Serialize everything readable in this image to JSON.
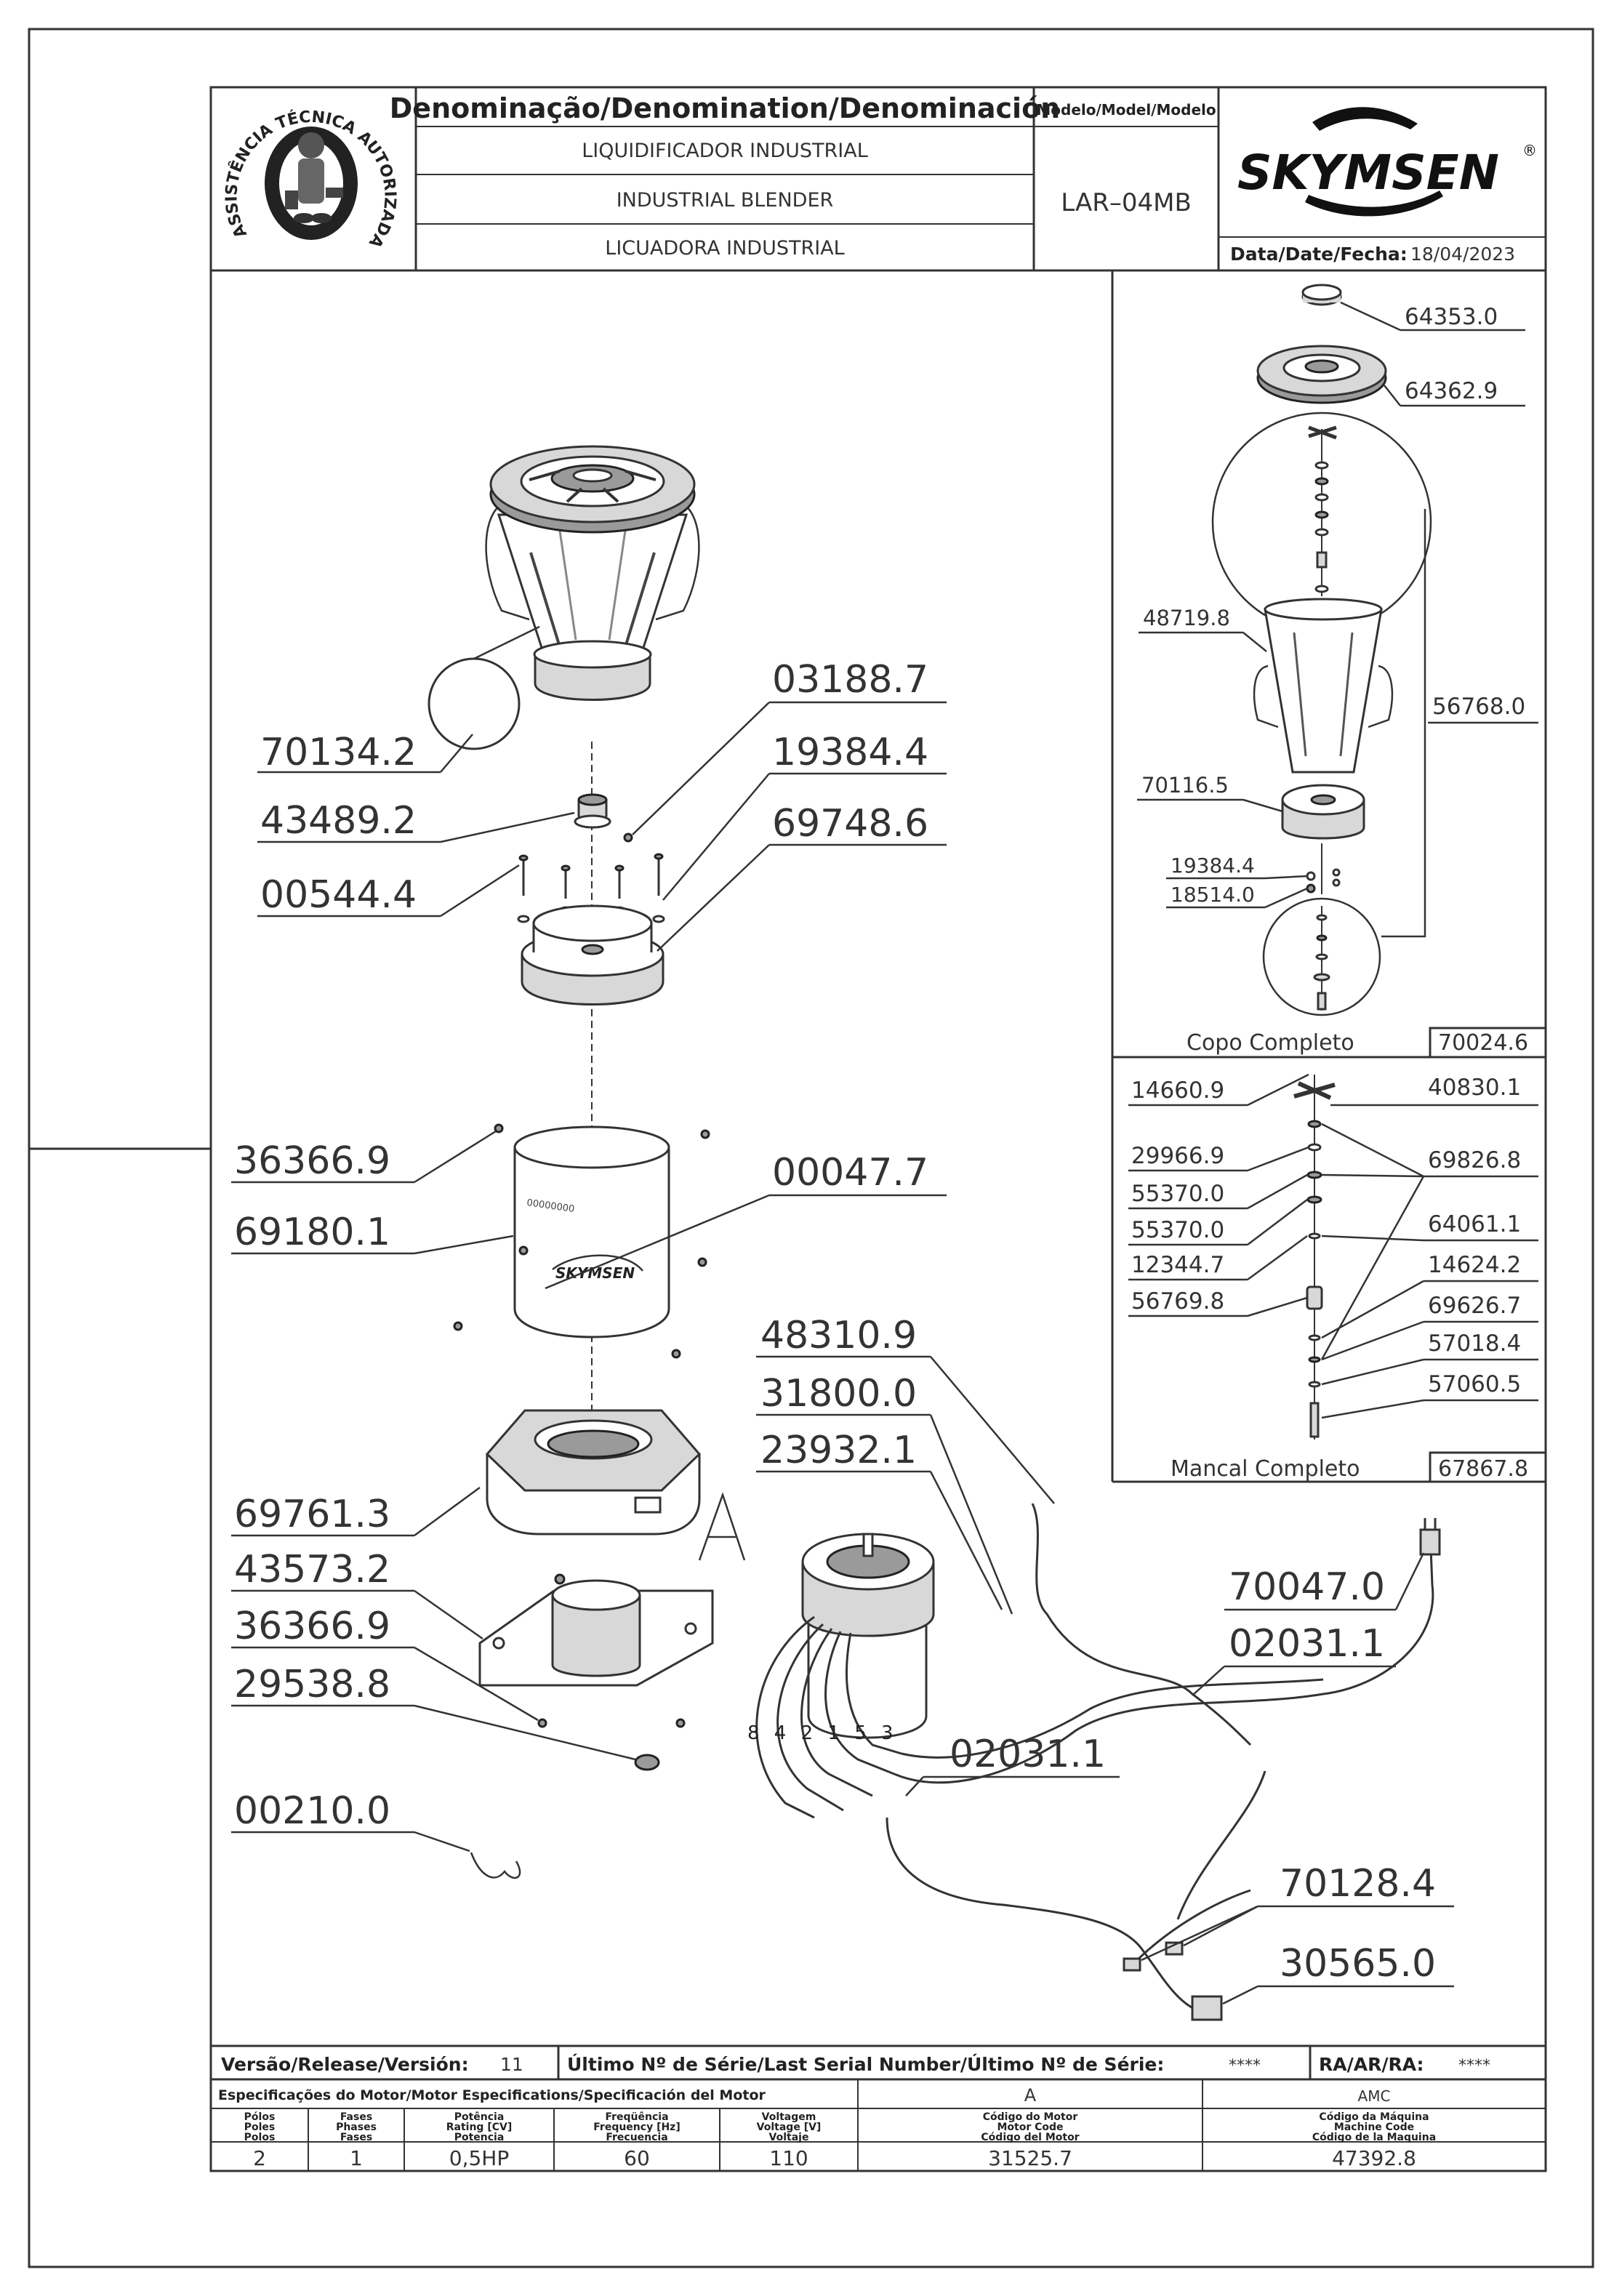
{
  "header": {
    "denomination_title": "Denominação/Denomination/Denominación",
    "name_pt": "LIQUIDIFICADOR  INDUSTRIAL",
    "name_en": "INDUSTRIAL  BLENDER",
    "name_es": "LICUADORA  INDUSTRIAL",
    "model_label": "Modelo/Model/Modelo",
    "model_value": "LAR–04MB",
    "brand": "SKYMSEN",
    "brand_reg": "®",
    "date_label": "Data/Date/Fecha:",
    "date_value": "18/04/2023",
    "seal_text": "ASSISTÊNCIA TÉCNICA AUTORIZADA"
  },
  "main_labels": {
    "p70134": "70134.2",
    "p43489": "43489.2",
    "p00544": "00544.4",
    "p03188": "03188.7",
    "p19384": "19384.4",
    "p69748": "69748.6",
    "p36366a": "36366.9",
    "p69180": "69180.1",
    "p00047": "00047.7",
    "p69761": "69761.3",
    "p43573": "43573.2",
    "p36366b": "36366.9",
    "p29538": "29538.8",
    "p00210": "00210.0",
    "p48310": "48310.9",
    "p31800": "31800.0",
    "p23932": "23932.1",
    "motor_ref": "A",
    "p70047": "70047.0",
    "p02031a": "02031.1",
    "p02031b": "02031.1",
    "p70128": "70128.4",
    "p30565": "30565.0",
    "wire_numbers": "8 4 2 1 5 3",
    "decal_text": "SKYMSEN",
    "scale_marks": "00000000"
  },
  "copo_panel": {
    "p64353": "64353.0",
    "p64362": "64362.9",
    "p48719": "48719.8",
    "p56768": "56768.0",
    "p70116": "70116.5",
    "p19384": "19384.4",
    "p18514": "18514.0",
    "title": "Copo  Completo",
    "code": "70024.6"
  },
  "mancal_panel": {
    "p14660": "14660.9",
    "p40830": "40830.1",
    "p29966": "29966.9",
    "p69826": "69826.8",
    "p55370a": "55370.0",
    "p55370b": "55370.0",
    "p64061": "64061.1",
    "p12344": "12344.7",
    "p14624": "14624.2",
    "p56769": "56769.8",
    "p69626": "69626.7",
    "p57018": "57018.4",
    "p57060": "57060.5",
    "title": "Mancal  Completo",
    "code": "67867.8"
  },
  "footer": {
    "release_label": "Versão/Release/Versión:",
    "release_value": "11",
    "serial_label": "Último Nº de Série/Last Serial Number/Último Nº de Série:",
    "serial_value": "****",
    "ra_label": "RA/AR/RA:",
    "ra_value": "****",
    "motor_spec_label": "Especificações do Motor/Motor Especifications/Specificación del Motor",
    "motor_id": "A",
    "amc": "AMC",
    "col_poles": [
      "Pólos",
      "Poles",
      "Polos"
    ],
    "col_phases": [
      "Fases",
      "Phases",
      "Fases"
    ],
    "col_rating": [
      "Potência",
      "Rating [CV]",
      "Potencia"
    ],
    "col_freq": [
      "Freqüência",
      "Frequency [Hz]",
      "Frecuencia"
    ],
    "col_voltage": [
      "Voltagem",
      "Voltage [V]",
      "Voltaje"
    ],
    "col_motor_code": [
      "Código do Motor",
      "Motor Code",
      "Código del Motor"
    ],
    "col_machine_code": [
      "Código da Máquina",
      "Machine Code",
      "Código de la Maquina"
    ],
    "poles": "2",
    "phases": "1",
    "rating": "0,5HP",
    "frequency": "60",
    "voltage": "110",
    "motor_code": "31525.7",
    "machine_code": "47392.8"
  }
}
